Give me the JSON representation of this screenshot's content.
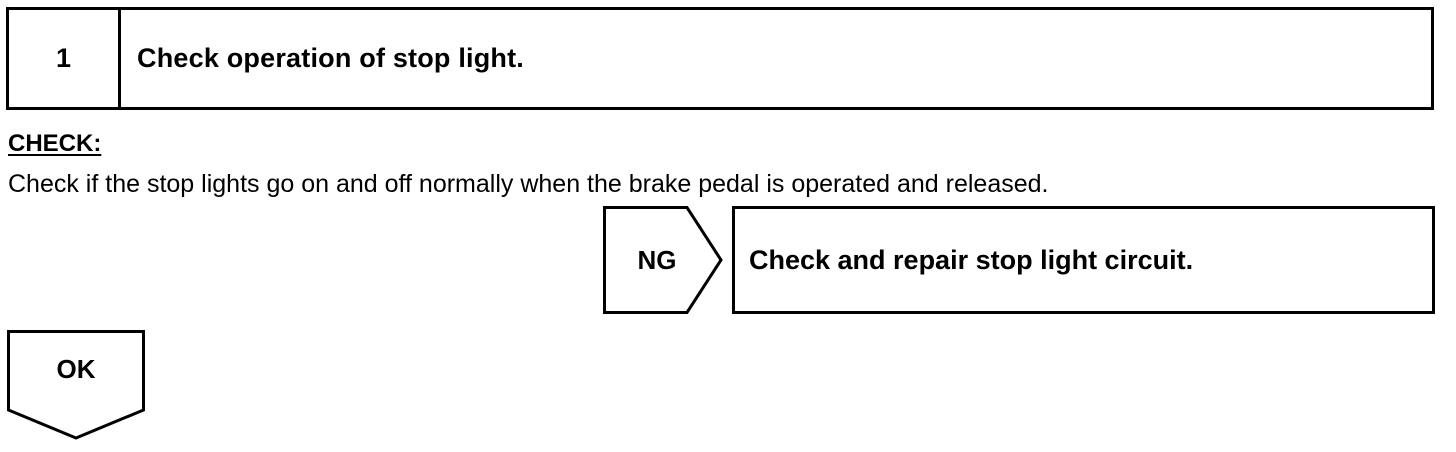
{
  "step": {
    "number": "1",
    "title": "Check operation of stop light."
  },
  "check": {
    "heading": "CHECK:",
    "text": "Check if the stop lights go on and off normally when the brake pedal is operated and released."
  },
  "ng_branch": {
    "label": "NG",
    "result": "Check and repair stop light circuit."
  },
  "ok_branch": {
    "label": "OK"
  }
}
